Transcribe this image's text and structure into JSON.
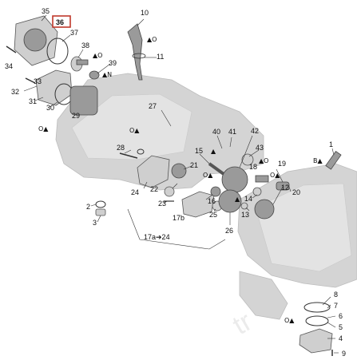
{
  "callouts": {
    "c1": "1",
    "c2": "2",
    "c3": "3",
    "c4": "4",
    "c5": "5",
    "c6": "6",
    "c7": "7",
    "c8": "8",
    "c9": "9",
    "c10": "10",
    "c11": "11",
    "c12": "12",
    "c13": "13",
    "c14": "14",
    "c15": "15",
    "c16": "16",
    "c17b": "17b",
    "c17a24": "17a➔24",
    "c18": "18",
    "c19": "19",
    "c20": "20",
    "c21": "21",
    "c22": "22",
    "c23": "23",
    "c24": "24",
    "c25": "25",
    "c26": "26",
    "c27": "27",
    "c28": "28",
    "c29": "29",
    "c30": "30",
    "c31": "31",
    "c32": "32",
    "c33": "33",
    "c34": "34",
    "c35": "35",
    "c36": "36",
    "c37": "37",
    "c38": "38",
    "c39": "39",
    "c40": "40",
    "c41": "41",
    "c42": "42",
    "c43": "43"
  },
  "symbols": {
    "drop_o": "O",
    "drop_n": "N",
    "drop_b": "B"
  },
  "highlight": {
    "label": "36",
    "color": "#c0392b"
  }
}
